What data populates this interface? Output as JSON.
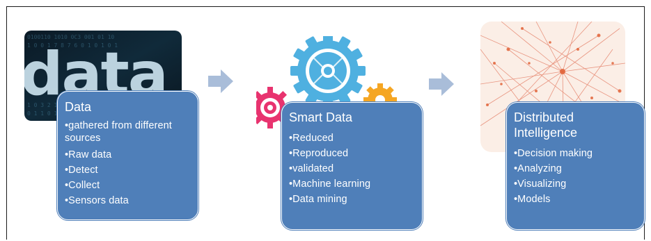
{
  "stages": [
    {
      "title": "Data",
      "items": [
        "•gathered from different sources",
        "•Raw data",
        "•Detect",
        "•Collect",
        "•Sensors data"
      ]
    },
    {
      "title": "Smart Data",
      "items": [
        "•Reduced",
        "•Reproduced",
        "•validated",
        "•Machine learning",
        "•Data mining"
      ]
    },
    {
      "title": "Distributed Intelligence",
      "items": [
        "•Decision making",
        "•Analyzing",
        "•Visualizing",
        "•Models"
      ]
    }
  ],
  "image_text": {
    "data_word": "data"
  },
  "colors": {
    "card": "#4f7fb9",
    "arrow": "#a9bdd9"
  }
}
